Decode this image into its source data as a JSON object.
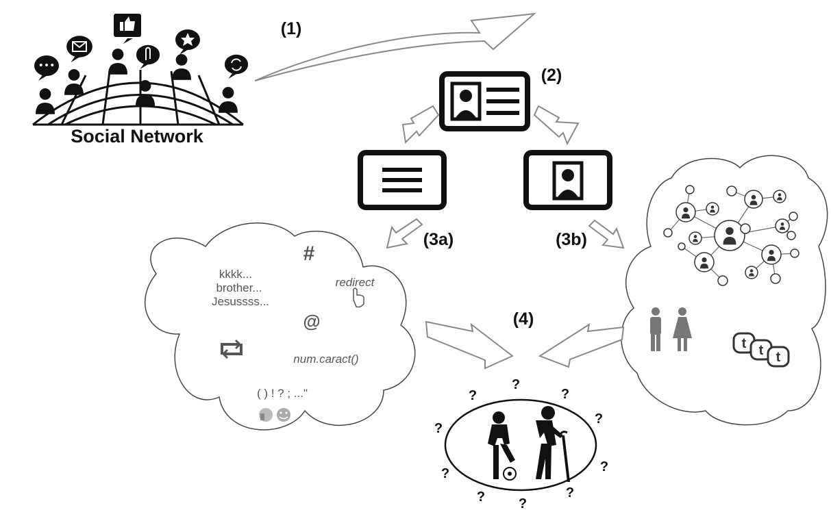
{
  "social_network": {
    "title": "Social Network"
  },
  "steps": {
    "s1": "(1)",
    "s2": "(2)",
    "s3a": "(3a)",
    "s3b": "(3b)",
    "s4": "(4)"
  },
  "text_features": {
    "lines": [
      "kkkk...",
      "brother...",
      "Jesussss..."
    ],
    "hashtag": "#",
    "redirect": "redirect",
    "at": "@",
    "function": "num.caract()",
    "punctuation": "( ) ! ? ; ...\""
  },
  "question_mark": "?"
}
